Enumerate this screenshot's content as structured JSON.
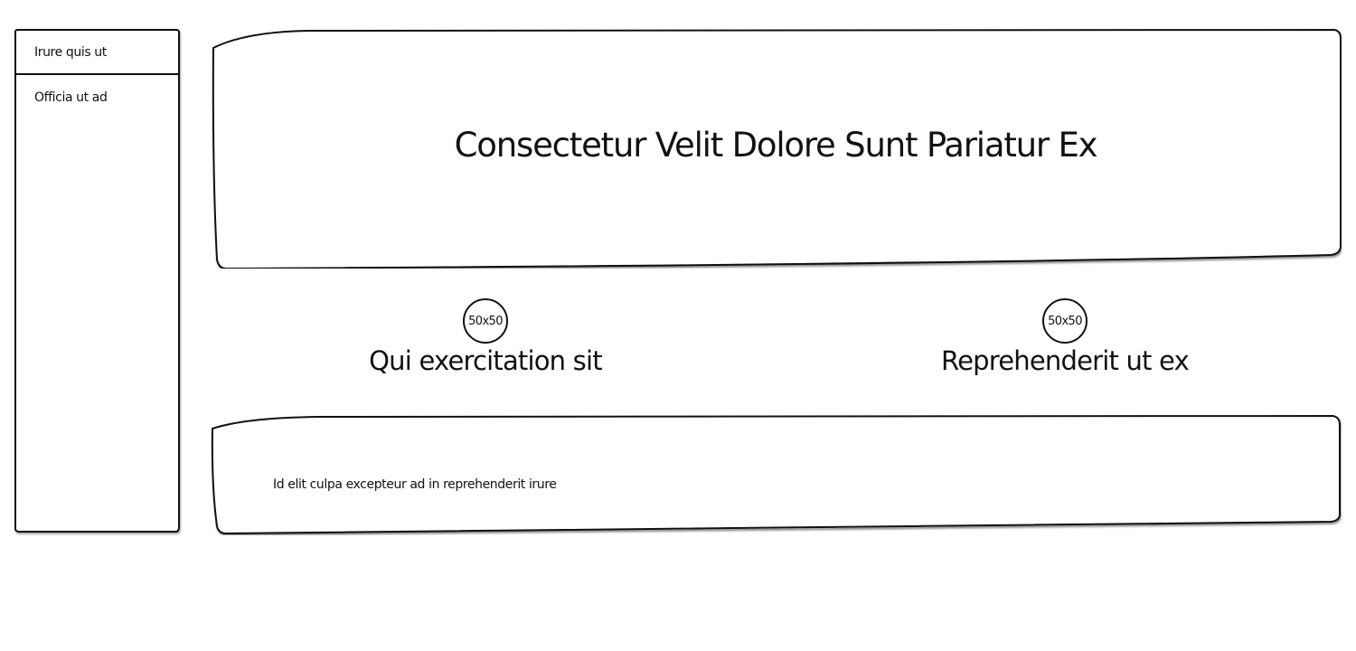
{
  "sidebar": {
    "items": [
      {
        "label": "Irure quis ut"
      },
      {
        "label": "Officia ut ad"
      }
    ]
  },
  "hero": {
    "title": "Consectetur Velit Dolore Sunt Pariatur Ex"
  },
  "features": [
    {
      "image_label": "50x50",
      "title": "Qui exercitation sit"
    },
    {
      "image_label": "50x50",
      "title": "Reprehenderit ut ex"
    }
  ],
  "footer": {
    "text": "Id elit culpa excepteur ad in reprehenderit irure"
  }
}
